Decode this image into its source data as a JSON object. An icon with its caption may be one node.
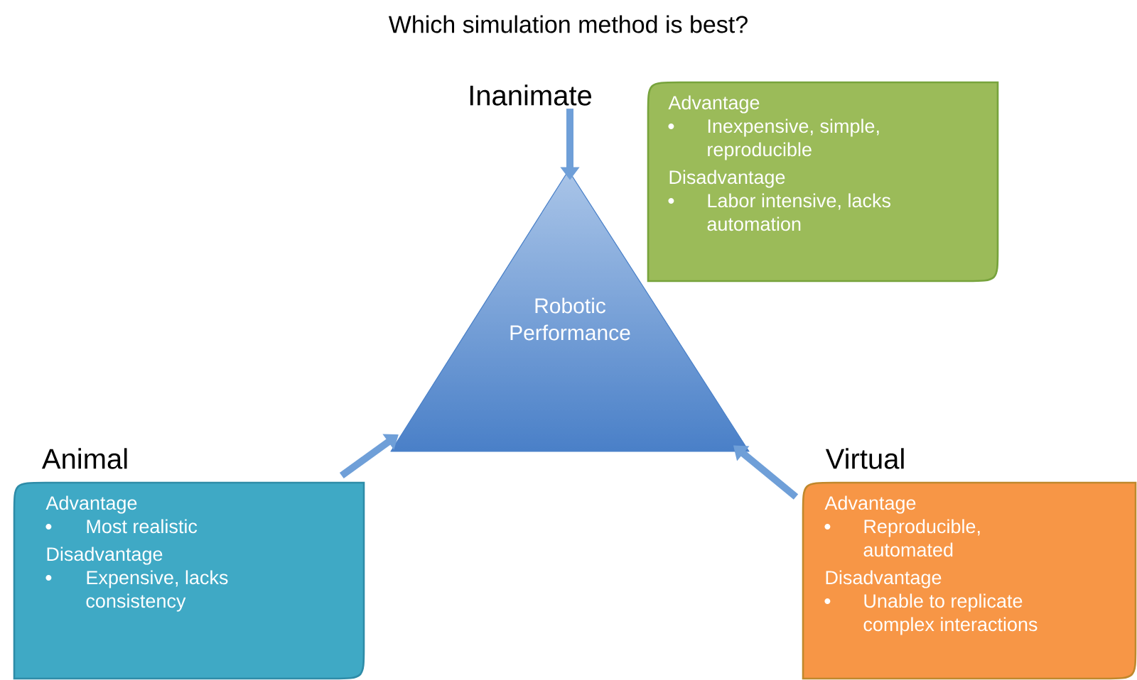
{
  "diagram": {
    "title": "Which simulation method is best?",
    "nodes": [
      {
        "text": [
          "Robotic Performance"
        ]
      },
      {
        "text": [
          "Inanimate",
          "Advantage",
          "Inexpensive, simple, reproducible",
          "Disadvantage",
          "Labor intensive, lacks automation"
        ]
      },
      {
        "text": [
          "Animal",
          "Advantage",
          "Most realistic",
          "Disadvantage",
          "Expensive, lacks consistency"
        ]
      },
      {
        "text": [
          "Virtual",
          "Advantage",
          "Reproducible, automated",
          "Disadvantage",
          "Unable to replicate complex interactions"
        ]
      }
    ],
    "edges": [
      {
        "from": 1,
        "to": 0,
        "arrow": "to"
      },
      {
        "from": 2,
        "to": 0,
        "arrow": "to"
      },
      {
        "from": 3,
        "to": 0,
        "arrow": "to"
      }
    ]
  }
}
